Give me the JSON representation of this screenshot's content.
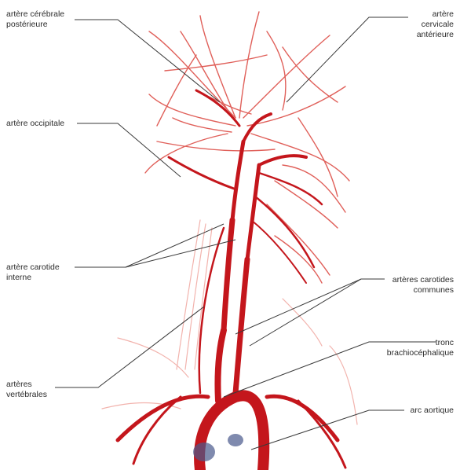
{
  "labels": {
    "posterior_cerebral": "artère cérébrale\npostérieure",
    "anterior_cervical": "artère\ncervicale\nantérieure",
    "occipital": "artère occipitale",
    "internal_carotid": "artère carotide\ninterne",
    "common_carotids": "artères carotides\ncommunes",
    "vertebral": "artères\nvertébrales",
    "brachiocephalic": "tronc\nbrachiocéphalique",
    "aortic_arch": "arc aortique"
  },
  "colors": {
    "artery": "#c4161c",
    "artery_light": "#e0605a",
    "artery_faint": "#f2b3ad",
    "leader_line": "#3a3a3a",
    "vein": "#4a5a8c"
  }
}
